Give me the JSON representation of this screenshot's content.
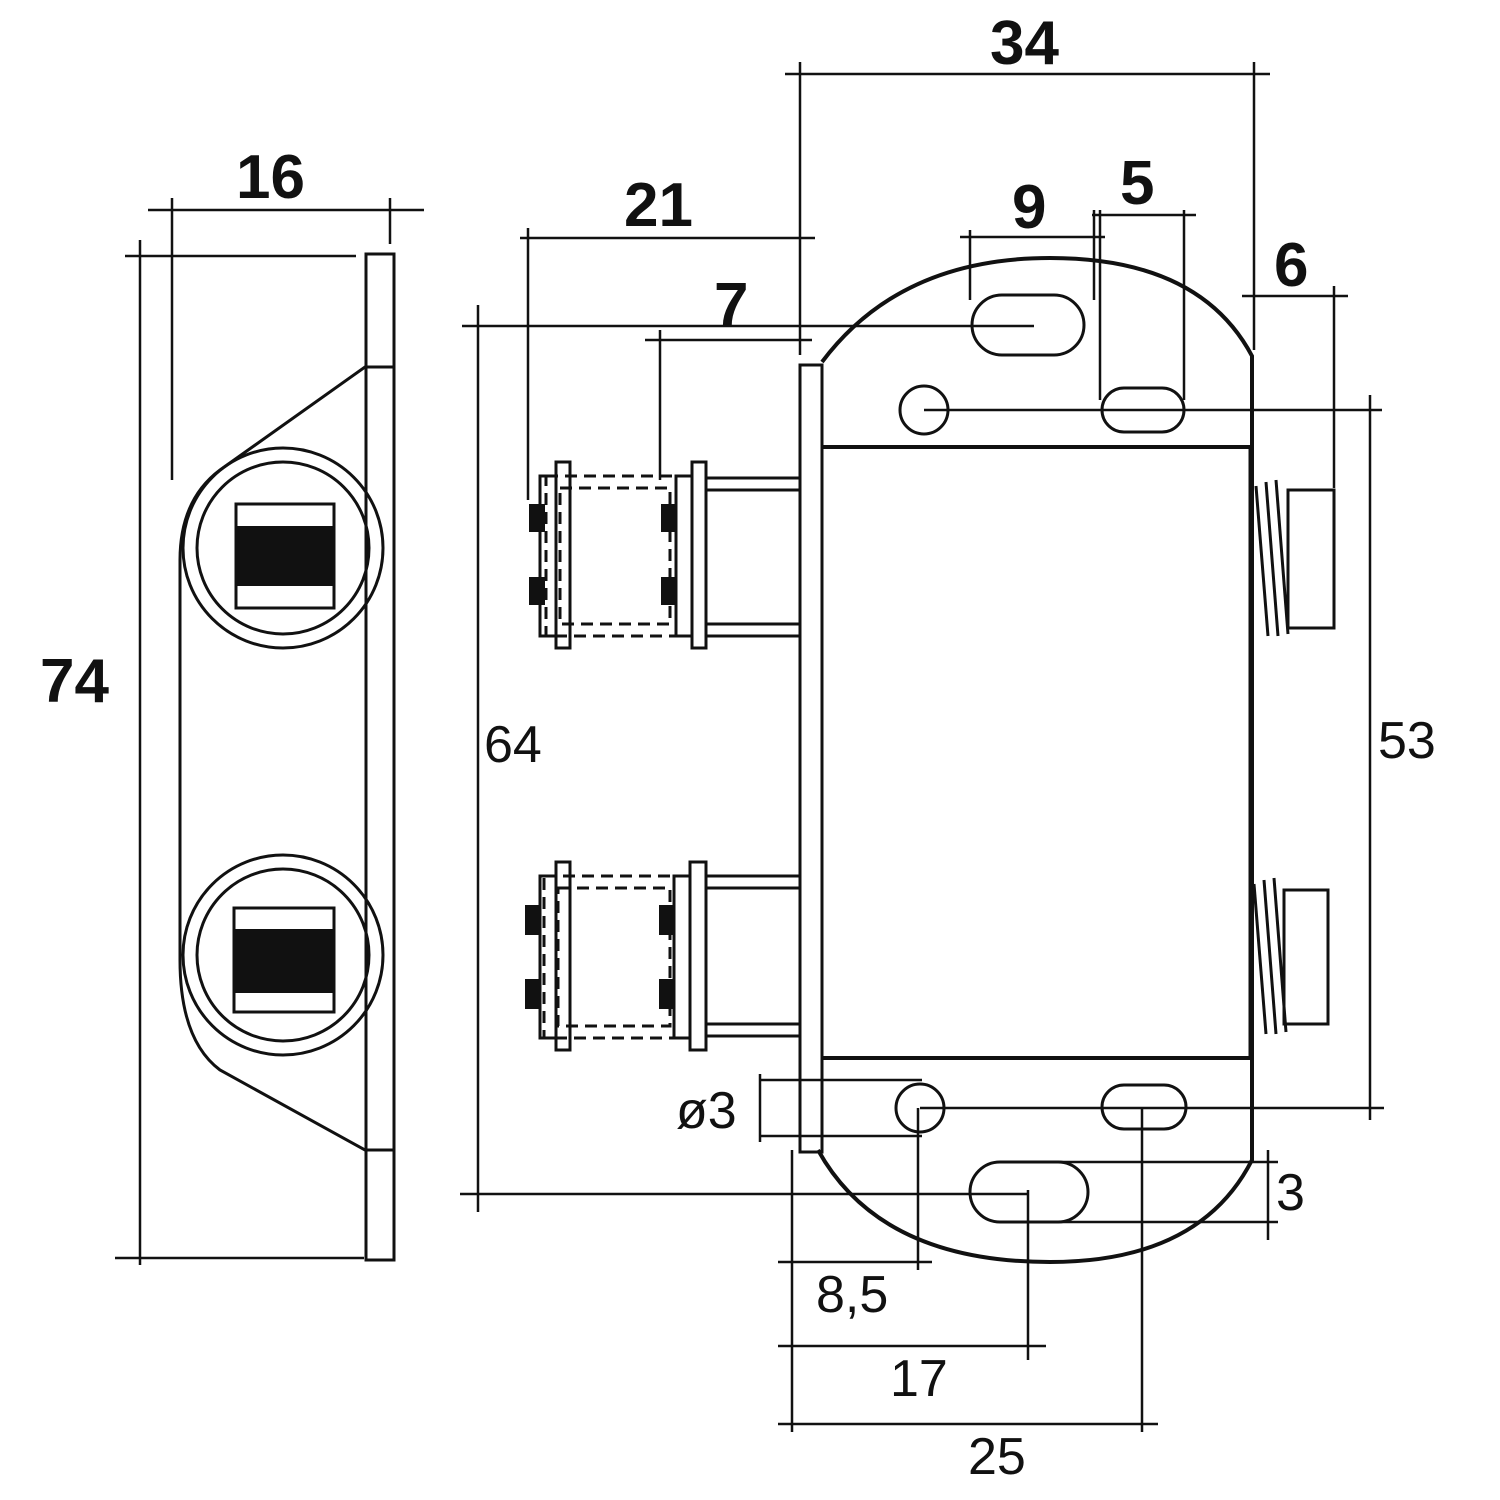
{
  "drawing": {
    "side_view": {
      "height_label": "74",
      "width_label": "16"
    },
    "front_view": {
      "overall_width": "34",
      "slot_length": "9",
      "slot_width": "5",
      "pin_projection": "6",
      "pin_offset_from_edge": "7",
      "bracket_depth": "21",
      "overall_height": "64",
      "hole_spacing_vertical": "53",
      "hole_diameter": "ø3",
      "slot_offset_bottom": "3",
      "hole_offset": "8,5",
      "slot_center_offset": "17",
      "slot_right_offset": "25"
    }
  }
}
